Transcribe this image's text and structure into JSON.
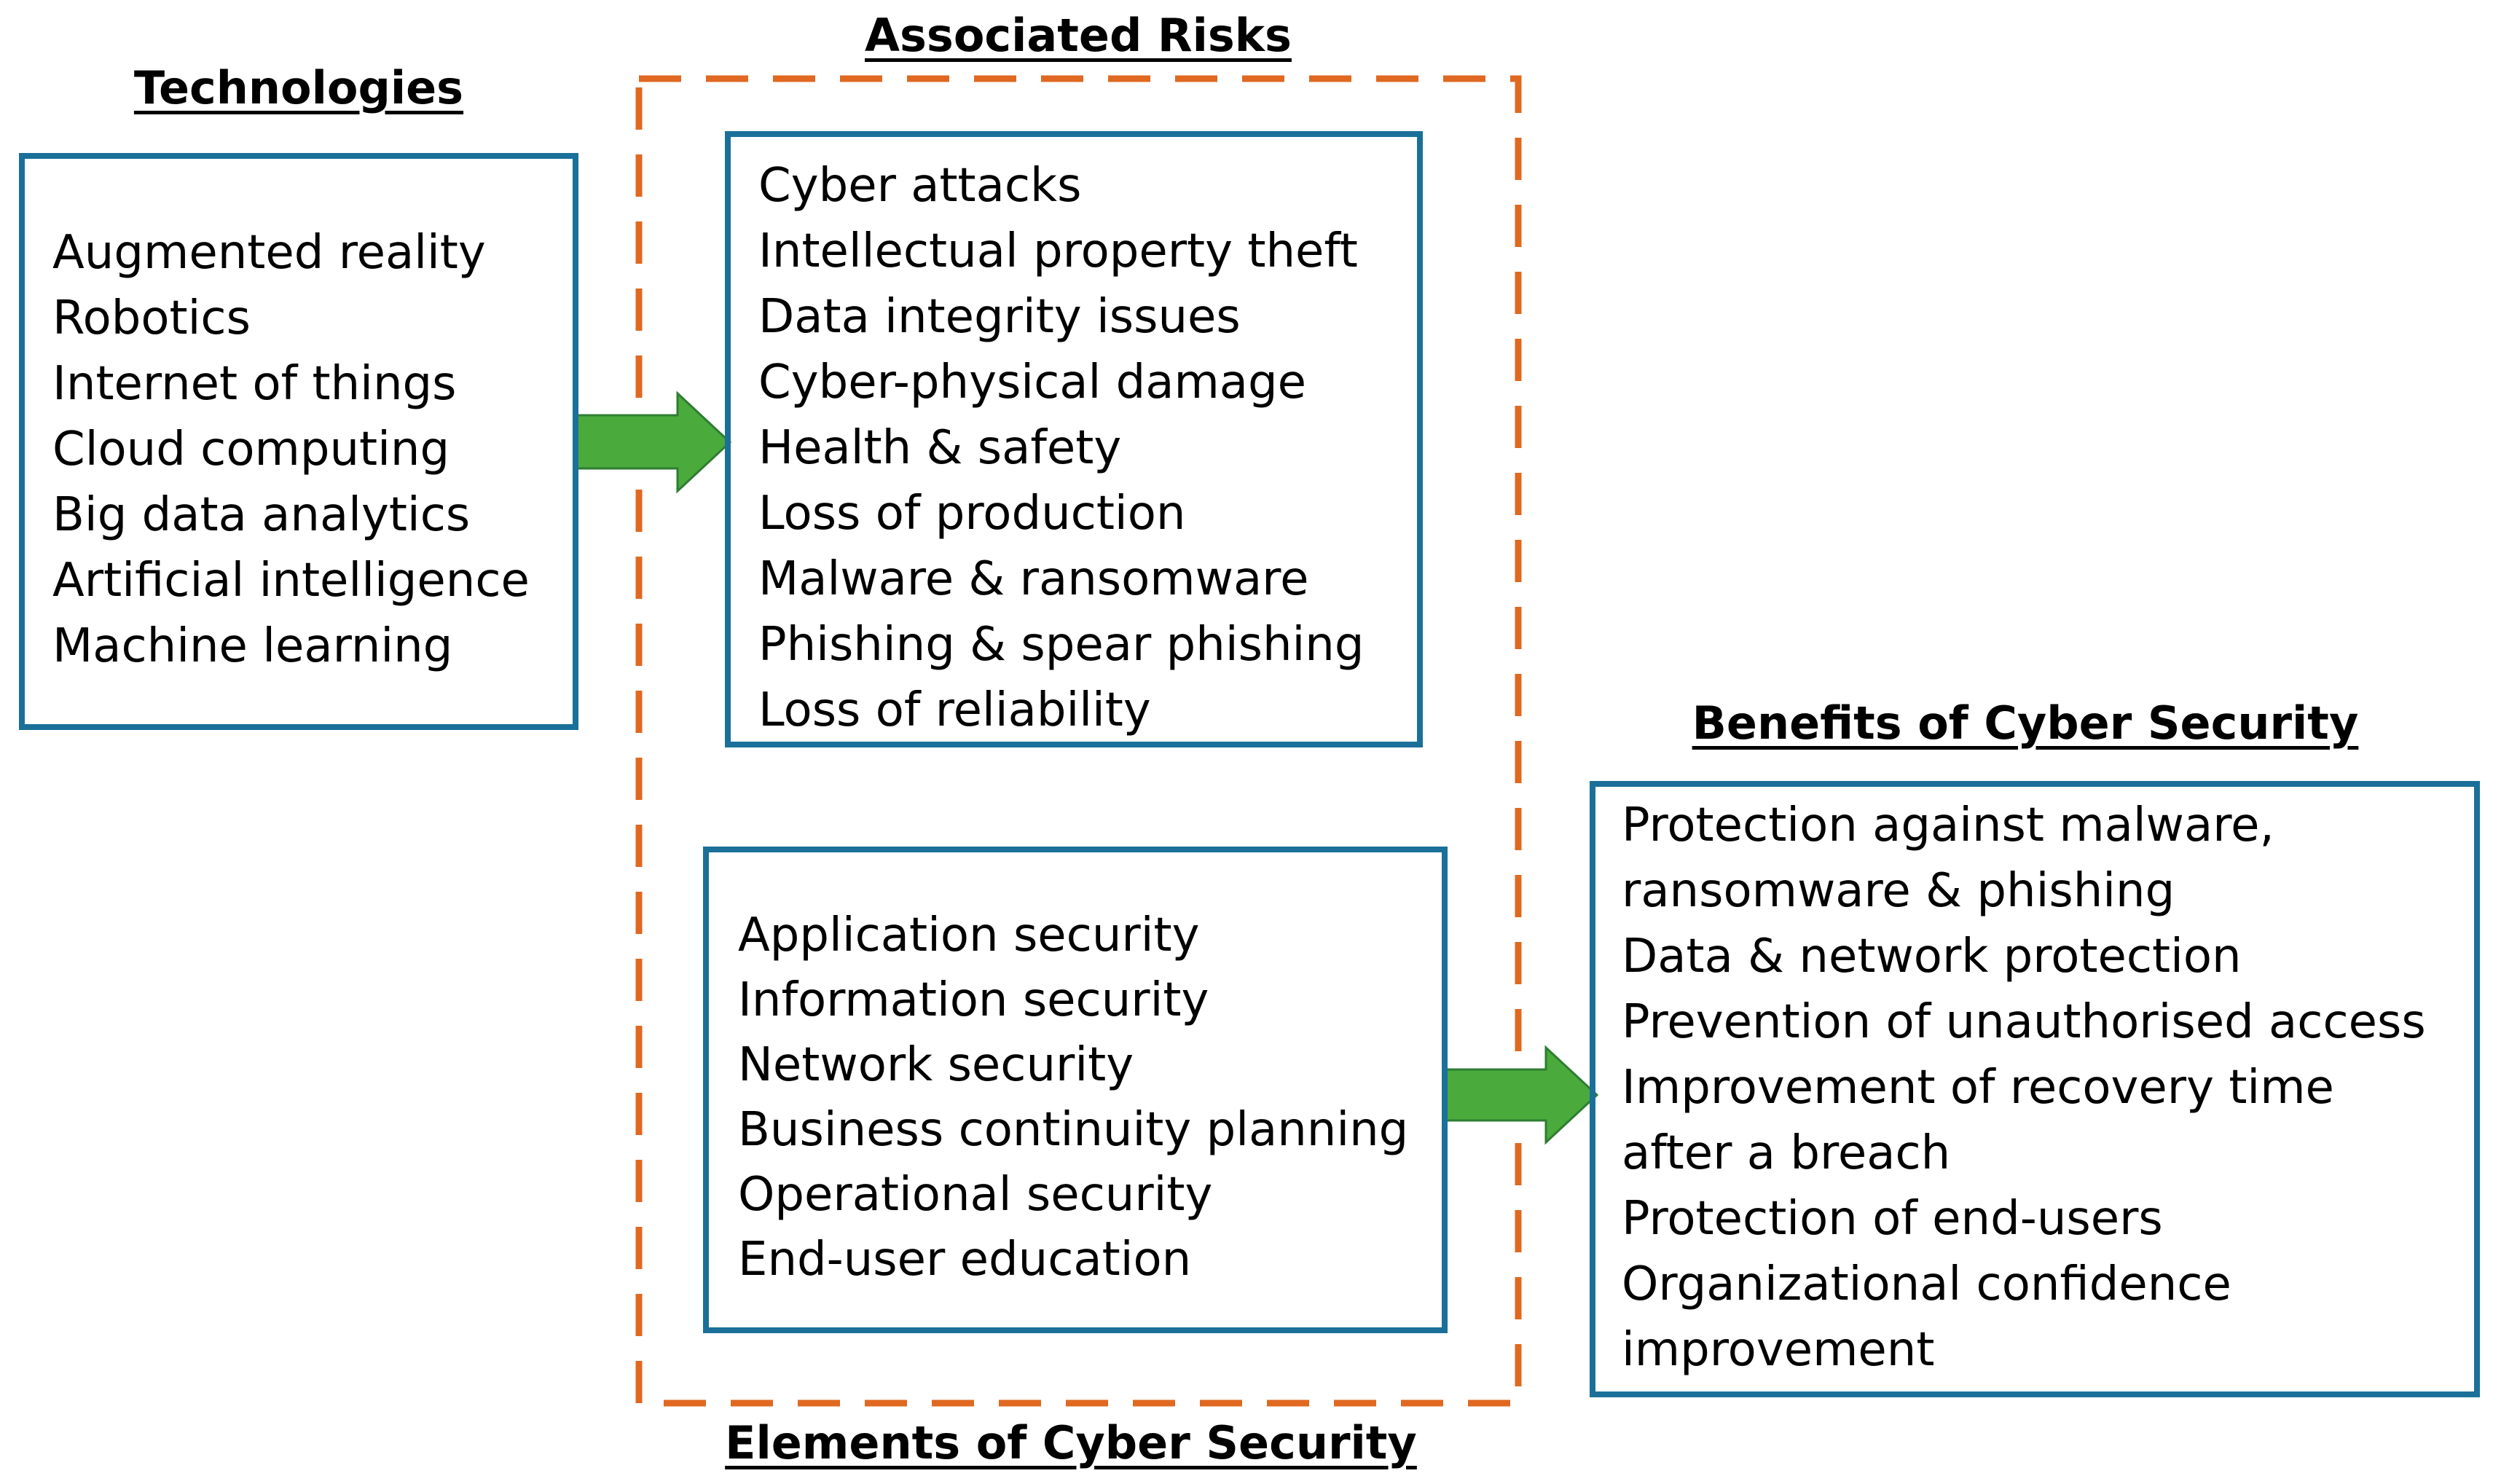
{
  "technologies": {
    "heading": "Technologies",
    "items": [
      "Augmented reality",
      "Robotics",
      "Internet of things",
      "Cloud computing",
      "Big data analytics",
      "Artificial intelligence",
      "Machine learning"
    ]
  },
  "associated_risks": {
    "heading": "Associated Risks",
    "items": [
      "Cyber attacks",
      "Intellectual property theft",
      "Data integrity issues",
      "Cyber-physical damage",
      "Health & safety",
      "Loss of production",
      "Malware & ransomware",
      "Phishing & spear phishing",
      "Loss of reliability"
    ]
  },
  "elements_of_cyber_security": {
    "heading": "Elements of Cyber Security",
    "items": [
      "Application security",
      "Information security",
      "Network security",
      "Business continuity planning",
      "Operational security",
      "End-user education"
    ]
  },
  "benefits_of_cyber_security": {
    "heading": "Benefits of Cyber Security",
    "items": [
      "Protection against malware,",
      "ransomware & phishing",
      "Data & network protection",
      "Prevention of unauthorised access",
      "Improvement of recovery time",
      "after a breach",
      "Protection of end-users",
      "Organizational confidence",
      "improvement"
    ]
  },
  "colors": {
    "box_border": "#1a7099",
    "dashed_border": "#e06820",
    "arrow_fill": "#4aab3c",
    "arrow_stroke": "#2e7d32"
  }
}
